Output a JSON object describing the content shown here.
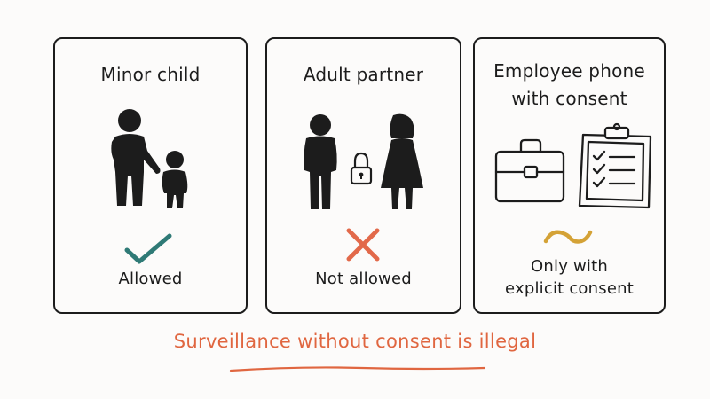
{
  "panels": [
    {
      "title": "Minor child",
      "verdict": "Allowed",
      "mark_icon": "checkmark-icon",
      "mark_color": "#2f7a76"
    },
    {
      "title": "Adult partner",
      "verdict": "Not allowed",
      "mark_icon": "cross-icon",
      "mark_color": "#e2694a"
    },
    {
      "title_line1": "Employee phone",
      "title_line2": "with consent",
      "verdict_line1": "Only with",
      "verdict_line2": "explicit consent",
      "mark_icon": "tilde-icon",
      "mark_color": "#d4a236"
    }
  ],
  "caption": "Surveillance without consent is illegal",
  "colors": {
    "ink": "#1c1c1c",
    "caption": "#e06640",
    "background": "#fcfbfa"
  }
}
